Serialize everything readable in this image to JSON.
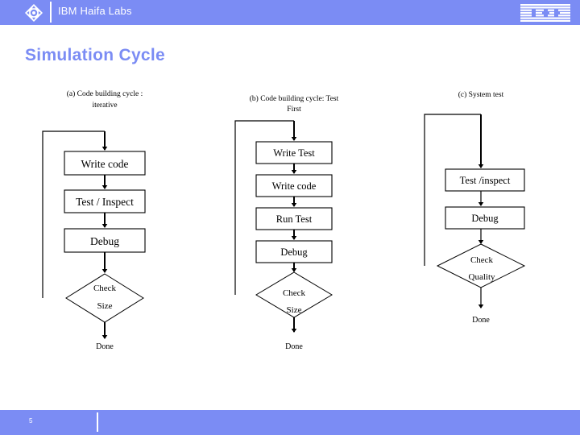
{
  "header": {
    "brand": "IBM Haifa Labs",
    "logo_alt": "IBM",
    "icon": "globe-compass-icon",
    "band_color": "#7b8cf4"
  },
  "slide": {
    "title": "Simulation Cycle",
    "title_color": "#7b8cf4",
    "page_number": "5"
  },
  "diagram": {
    "type": "flowchart",
    "columns": [
      {
        "id": "a",
        "caption_line1": "(a) Code building cycle :",
        "caption_line2": "iterative",
        "boxes": [
          {
            "label": "Write code"
          },
          {
            "label": "Test / Inspect"
          },
          {
            "label": "Debug"
          }
        ],
        "decision": {
          "line1": "Check",
          "line2": "Size"
        },
        "terminal": "Done",
        "loop_back": true
      },
      {
        "id": "b",
        "caption_line1": "(b) Code building cycle: Test",
        "caption_line2": "First",
        "boxes": [
          {
            "label": "Write Test"
          },
          {
            "label": "Write code"
          },
          {
            "label": "Run Test"
          },
          {
            "label": "Debug"
          }
        ],
        "decision": {
          "line1": "Check",
          "line2": "Size"
        },
        "terminal": "Done",
        "loop_back": true
      },
      {
        "id": "c",
        "caption_line1": "(c) System test",
        "caption_line2": "",
        "boxes": [
          {
            "label": "Test /inspect"
          },
          {
            "label": "Debug"
          }
        ],
        "decision": {
          "line1": "Check",
          "line2": "Quality"
        },
        "terminal": "Done",
        "loop_back": true
      }
    ]
  }
}
